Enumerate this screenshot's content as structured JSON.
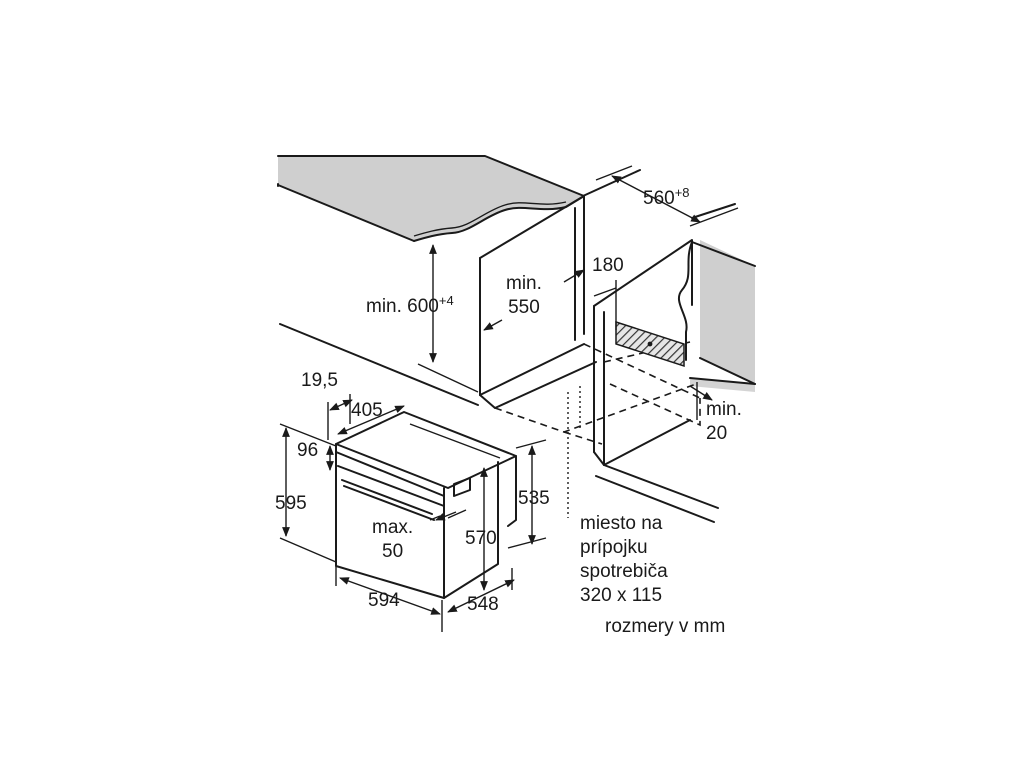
{
  "diagram": {
    "dimensions": {
      "niche_height_main": "min. 600",
      "niche_height_tolerance": "+4",
      "niche_depth": "min.\n550",
      "niche_width_main": "560",
      "niche_width_tolerance": "+8",
      "worktop_cutout": "180",
      "rear_gap": "min.\n20",
      "front_panel_offset": "19,5",
      "top_depth": "405",
      "front_strip": "96",
      "oven_height": "595",
      "door_gap": "max.\n50",
      "inner_height": "570",
      "body_height": "535",
      "oven_width": "594",
      "oven_depth": "548"
    },
    "connection_note": "miesto na\nprípojku\nspotrebiča\n320 x 115",
    "units_note": "rozmery v mm"
  }
}
